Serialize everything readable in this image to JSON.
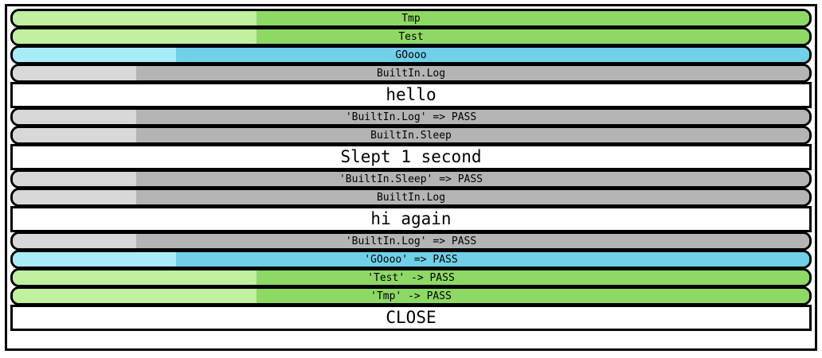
{
  "view": {
    "kind": "execution-trace",
    "background": "#ffffff",
    "frame_color": "#000000"
  },
  "palette": {
    "suite_light": "#c0f0a0",
    "suite_dark": "#8ed866",
    "test_light": "#c0f0a0",
    "test_dark": "#8ed866",
    "keyword_light": "#a8ecfa",
    "keyword_dark": "#6fd0e8",
    "builtin_light": "#d8d8d8",
    "builtin_dark": "#b4b4b4",
    "message_bg": "#ffffff",
    "text": "#000000"
  },
  "rows": [
    {
      "label": "Tmp",
      "type": "bar",
      "kind": "suite",
      "light": "#c0f0a0",
      "dark": "#8ed866",
      "split_pct": 30.6
    },
    {
      "label": "Test",
      "type": "bar",
      "kind": "test",
      "light": "#c0f0a0",
      "dark": "#8ed866",
      "split_pct": 30.6
    },
    {
      "label": "GOooo",
      "type": "bar",
      "kind": "keyword",
      "light": "#a8ecfa",
      "dark": "#6fd0e8",
      "split_pct": 20.5
    },
    {
      "label": "BuiltIn.Log",
      "type": "bar",
      "kind": "builtin",
      "light": "#d8d8d8",
      "dark": "#b4b4b4",
      "split_pct": 15.5
    },
    {
      "label": "hello",
      "type": "msg",
      "kind": "message",
      "light": "#ffffff",
      "dark": "#ffffff",
      "split_pct": 0
    },
    {
      "label": "'BuiltIn.Log' => PASS",
      "type": "bar",
      "kind": "builtin",
      "light": "#d8d8d8",
      "dark": "#b4b4b4",
      "split_pct": 15.5
    },
    {
      "label": "BuiltIn.Sleep",
      "type": "bar",
      "kind": "builtin",
      "light": "#d8d8d8",
      "dark": "#b4b4b4",
      "split_pct": 15.5
    },
    {
      "label": "Slept 1 second",
      "type": "msg",
      "kind": "message",
      "light": "#ffffff",
      "dark": "#ffffff",
      "split_pct": 0
    },
    {
      "label": "'BuiltIn.Sleep' => PASS",
      "type": "bar",
      "kind": "builtin",
      "light": "#d8d8d8",
      "dark": "#b4b4b4",
      "split_pct": 15.5
    },
    {
      "label": "BuiltIn.Log",
      "type": "bar",
      "kind": "builtin",
      "light": "#d8d8d8",
      "dark": "#b4b4b4",
      "split_pct": 15.5
    },
    {
      "label": "hi again",
      "type": "msg",
      "kind": "message",
      "light": "#ffffff",
      "dark": "#ffffff",
      "split_pct": 0
    },
    {
      "label": "'BuiltIn.Log' => PASS",
      "type": "bar",
      "kind": "builtin",
      "light": "#d8d8d8",
      "dark": "#b4b4b4",
      "split_pct": 15.5
    },
    {
      "label": "'GOooo' => PASS",
      "type": "bar",
      "kind": "keyword",
      "light": "#a8ecfa",
      "dark": "#6fd0e8",
      "split_pct": 20.5
    },
    {
      "label": "'Test' -> PASS",
      "type": "bar",
      "kind": "test",
      "light": "#c0f0a0",
      "dark": "#8ed866",
      "split_pct": 30.6
    },
    {
      "label": "'Tmp' -> PASS",
      "type": "bar",
      "kind": "suite",
      "light": "#c0f0a0",
      "dark": "#8ed866",
      "split_pct": 30.6
    },
    {
      "label": "CLOSE",
      "type": "msg",
      "kind": "message",
      "light": "#ffffff",
      "dark": "#ffffff",
      "split_pct": 0
    }
  ]
}
